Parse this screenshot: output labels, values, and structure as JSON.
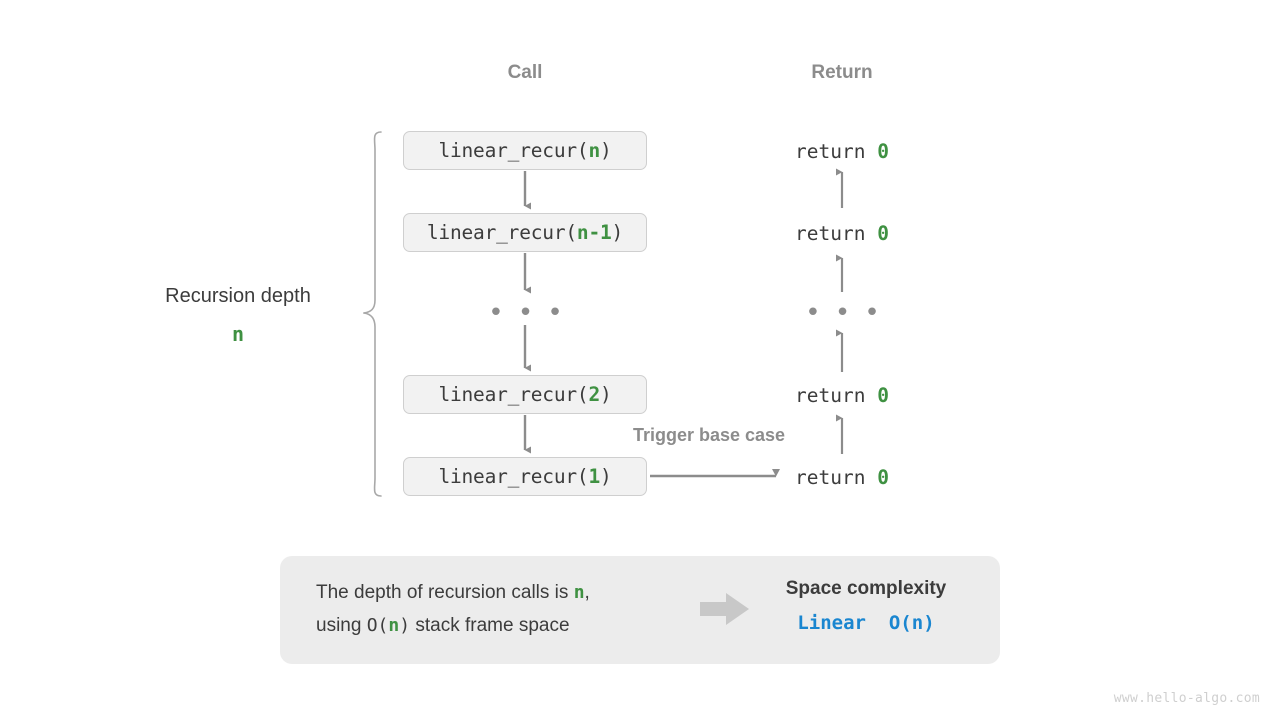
{
  "headers": {
    "call": "Call",
    "return": "Return"
  },
  "call_stack": [
    {
      "prefix": "linear_recur(",
      "arg": "n",
      "suffix": ")"
    },
    {
      "prefix": "linear_recur(",
      "arg": "n-1",
      "suffix": ")"
    },
    {
      "prefix": "linear_recur(",
      "arg": "2",
      "suffix": ")"
    },
    {
      "prefix": "linear_recur(",
      "arg": "1",
      "suffix": ")"
    }
  ],
  "returns": [
    {
      "keyword": "return ",
      "value": "0"
    },
    {
      "keyword": "return ",
      "value": "0"
    },
    {
      "keyword": "return ",
      "value": "0"
    },
    {
      "keyword": "return ",
      "value": "0"
    }
  ],
  "ellipsis": "• • •",
  "depth": {
    "label": "Recursion depth",
    "value": "n"
  },
  "trigger_label": "Trigger base case",
  "summary": {
    "line1_a": "The depth of recursion calls is ",
    "line1_n": "n",
    "line1_b": ",",
    "line2_a": "using ",
    "line2_o": "O(",
    "line2_n": "n",
    "line2_c": ")",
    "line2_b": " stack frame space",
    "arrow_icon": "right-block-arrow",
    "title": "Space complexity",
    "value": "Linear  O(n)"
  },
  "watermark": "www.hello-algo.com",
  "colors": {
    "green": "#3f9142",
    "blue": "#1a86d0",
    "gray_text": "#3c3c3c",
    "gray_muted": "#8c8c8c",
    "box_fill": "#f2f2f2",
    "box_border": "#cfcfcf",
    "panel_fill": "#ececec",
    "arrow": "#8c8c8c",
    "watermark": "#cfcfcf"
  }
}
